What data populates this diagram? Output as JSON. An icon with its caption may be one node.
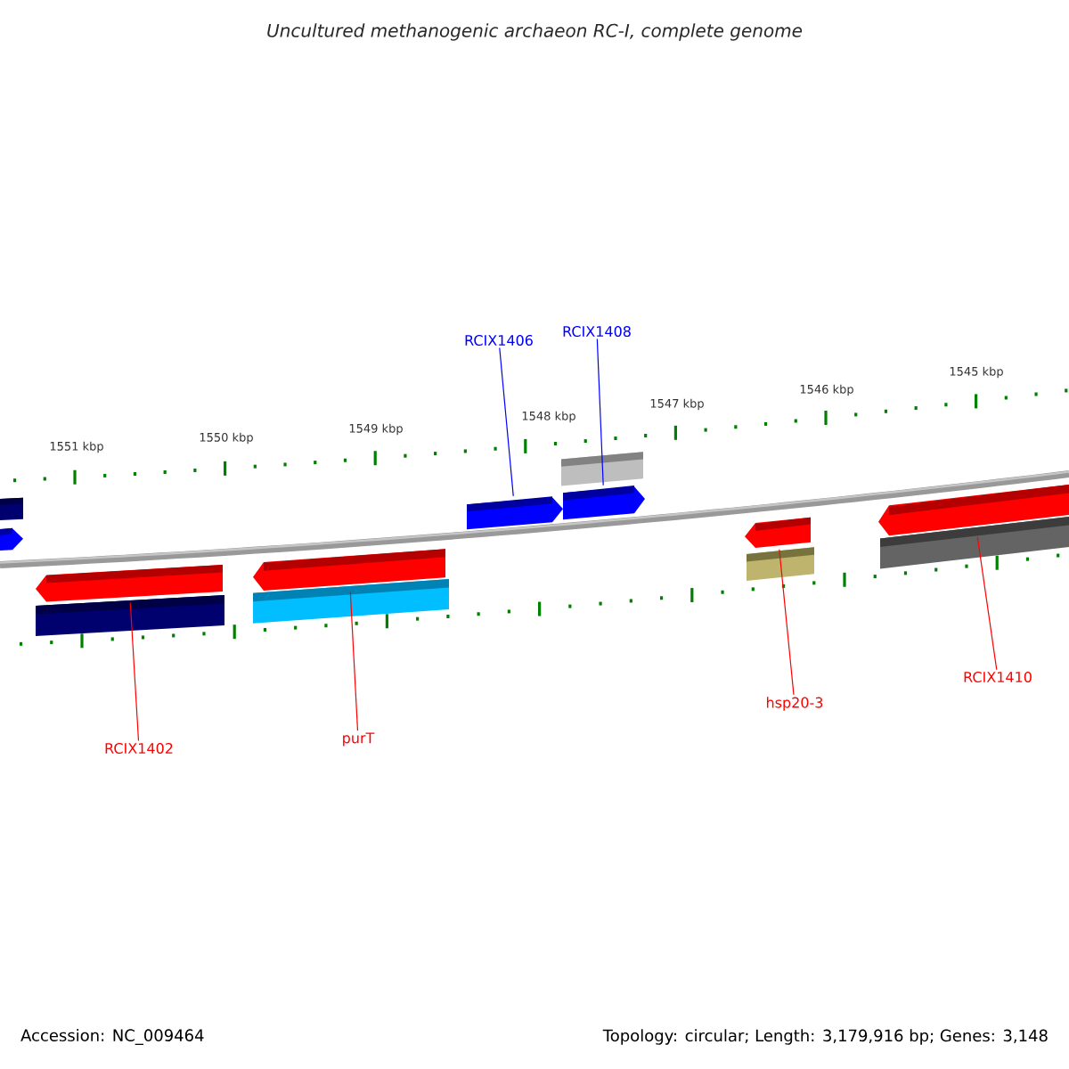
{
  "diagram": {
    "title": "Uncultured methanogenic archaeon RC-I, complete genome",
    "nodes": [
      {
        "text": [
          "RCIX1406"
        ]
      },
      {
        "text": [
          "RCIX1408"
        ]
      },
      {
        "text": [
          "RCIX1402"
        ]
      },
      {
        "text": [
          "purT"
        ]
      },
      {
        "text": [
          "hsp20-3"
        ]
      },
      {
        "text": [
          "RCIX1410"
        ]
      },
      {
        "text": [],
        "shape": "arrow"
      },
      {
        "text": [],
        "shape": "arrow"
      },
      {
        "text": [],
        "shape": "arrow"
      },
      {
        "text": [],
        "shape": "arrow"
      },
      {
        "text": [],
        "shape": "arrow"
      },
      {
        "text": [],
        "shape": "arrow"
      }
    ],
    "edges": [
      {
        "from": 0,
        "to": 6,
        "arrow": "none",
        "color": "#0000ff"
      },
      {
        "from": 1,
        "to": 7,
        "arrow": "none",
        "color": "#0000ff"
      },
      {
        "from": 2,
        "to": 8,
        "arrow": "none"
      },
      {
        "from": 3,
        "to": 9,
        "arrow": "none"
      },
      {
        "from": 4,
        "to": 10,
        "arrow": "none"
      },
      {
        "from": 5,
        "to": 11,
        "arrow": "none"
      }
    ],
    "labels": [
      "1551 kbp",
      "1550 kbp",
      "1549 kbp",
      "1548 kbp",
      "1547 kbp",
      "1546 kbp",
      "1545 kbp",
      "Accession: NC_009464",
      "Topology: circular; Length: 3,179,916 bp; Genes: 3,148"
    ]
  }
}
